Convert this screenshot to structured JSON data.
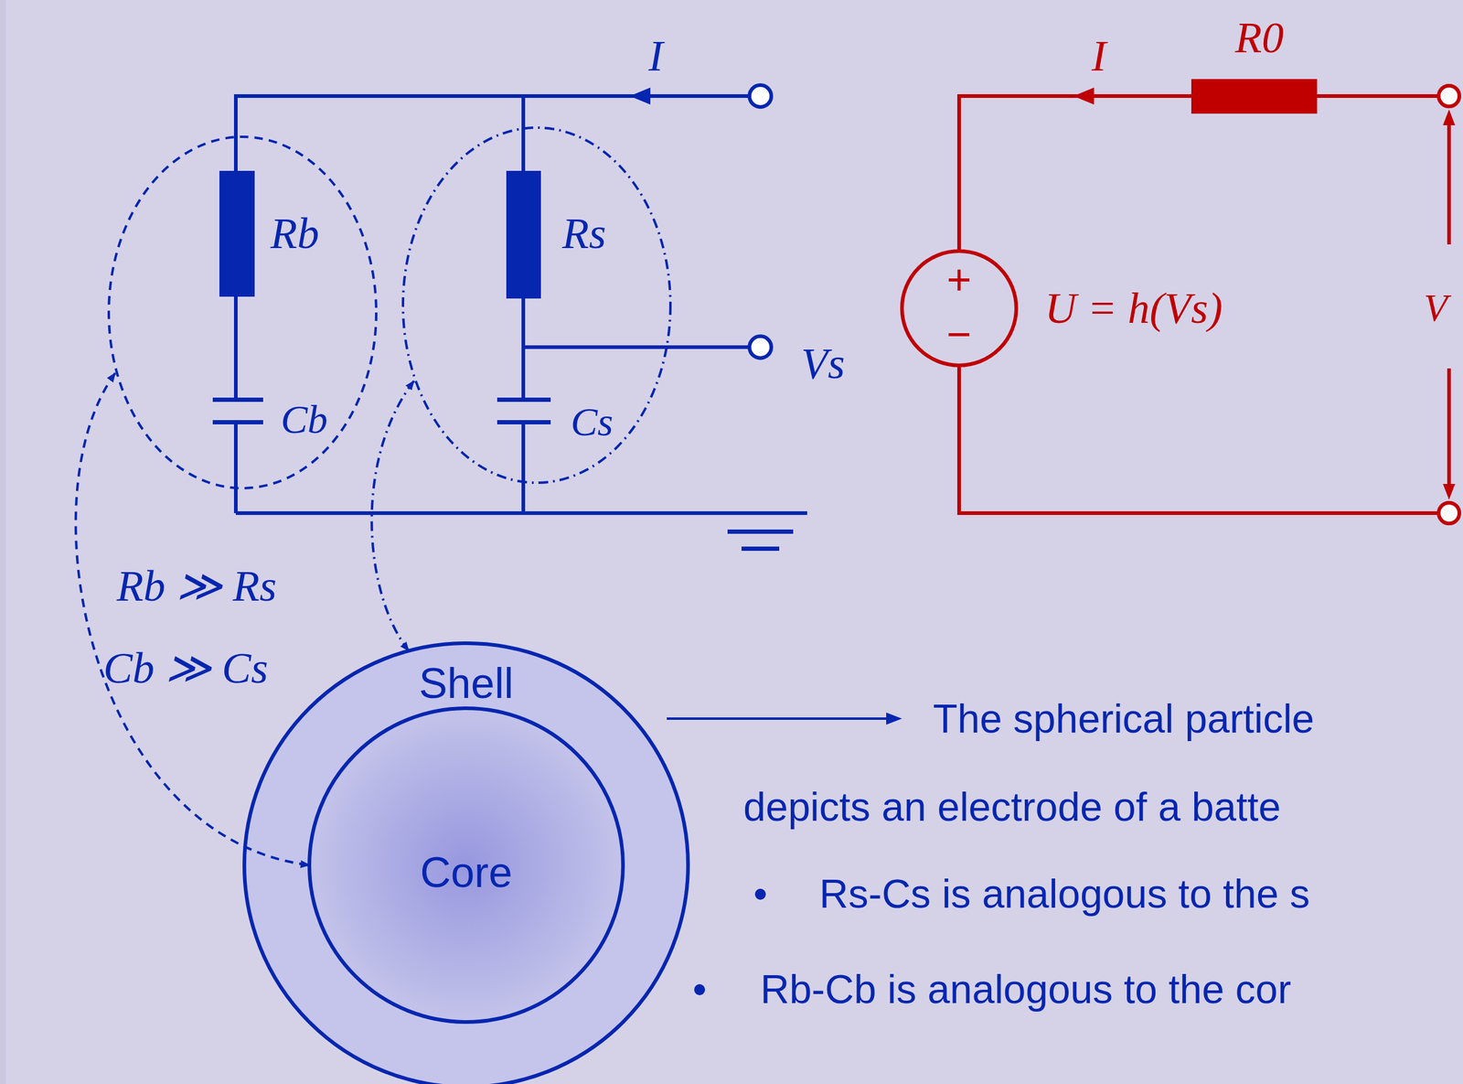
{
  "diagram": {
    "nodes": [
      {
        "text": [
          "Rb",
          "Cb"
        ]
      },
      {
        "text": [
          "Rs",
          "Cs"
        ]
      },
      {
        "text": [
          "Shell"
        ]
      },
      {
        "text": [
          "Core"
        ],
        "in": 2
      },
      {
        "text": [
          "+",
          "−",
          "U = h(Vs)"
        ]
      }
    ],
    "edges": [
      {
        "from": 0,
        "to": 3,
        "arrow": "both"
      },
      {
        "from": 1,
        "to": 2,
        "arrow": "both"
      }
    ],
    "labels": [
      "I",
      "Vs",
      "Rb ≫ Rs",
      "Cb ≫ Cs",
      "The spherical particle",
      "depicts an electrode of a batte",
      "•",
      "Rs-Cs is analogous to the s",
      "•",
      "Rb-Cb is analogous to the cor",
      "I",
      "R0",
      "V"
    ]
  }
}
